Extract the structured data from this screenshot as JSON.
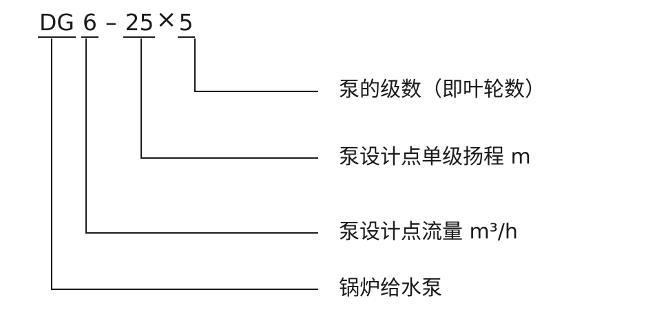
{
  "diagram": {
    "model": {
      "series": "DG",
      "flow": "6",
      "dash": "–",
      "head": "25",
      "times": "×",
      "stages": "5"
    },
    "callouts": [
      {
        "id": "stages",
        "label": "泵的级数（即叶轮数）"
      },
      {
        "id": "head",
        "label": "泵设计点单级扬程 m"
      },
      {
        "id": "flow",
        "label": "泵设计点流量 m³/h"
      },
      {
        "id": "series",
        "label": "锅炉给水泵"
      }
    ]
  }
}
